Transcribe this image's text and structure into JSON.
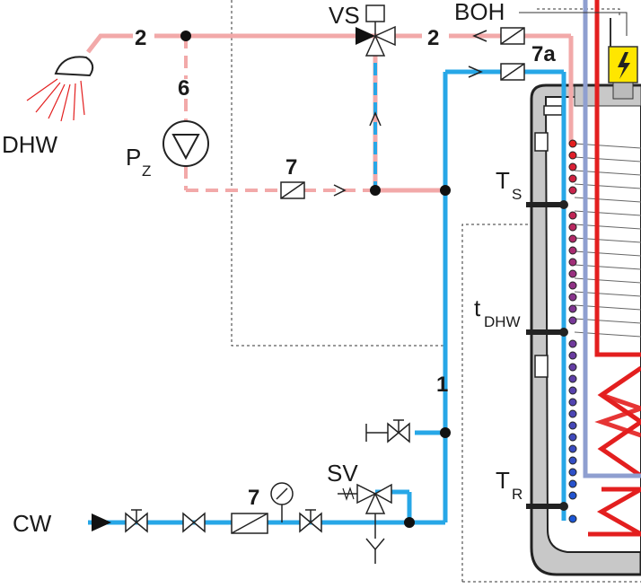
{
  "labels": {
    "dhw": "DHW",
    "cw": "CW",
    "vs": "VS",
    "boh": "BOH",
    "sv": "SV",
    "pump_main": "P",
    "pump_sub": "Z",
    "ts_main": "T",
    "ts_sub": "S",
    "tdhw_main": "t",
    "tdhw_sub": "DHW",
    "tr_main": "T",
    "tr_sub": "R"
  },
  "line_numbers": {
    "hot_left": "2",
    "hot_right": "2",
    "circulation": "6",
    "check_valve_bottom": "7",
    "check_valve_circ": "7",
    "check_valve_tank": "7a",
    "cold_riser": "1"
  },
  "colors": {
    "hot_water": "#f2a9a9",
    "cold_water": "#27a7e7",
    "heating_flow": "#e31f1f",
    "heating_return": "#8f9fd0",
    "tank_shell": "#c8c8c8",
    "warning_yellow": "#ffe600"
  },
  "icons": [
    "shower-icon",
    "pump-icon",
    "check-valve-icon",
    "shutoff-valve-icon",
    "safety-valve-icon",
    "pressure-gauge-icon",
    "three-way-valve-icon",
    "electric-heater-icon",
    "drain-funnel-icon"
  ]
}
